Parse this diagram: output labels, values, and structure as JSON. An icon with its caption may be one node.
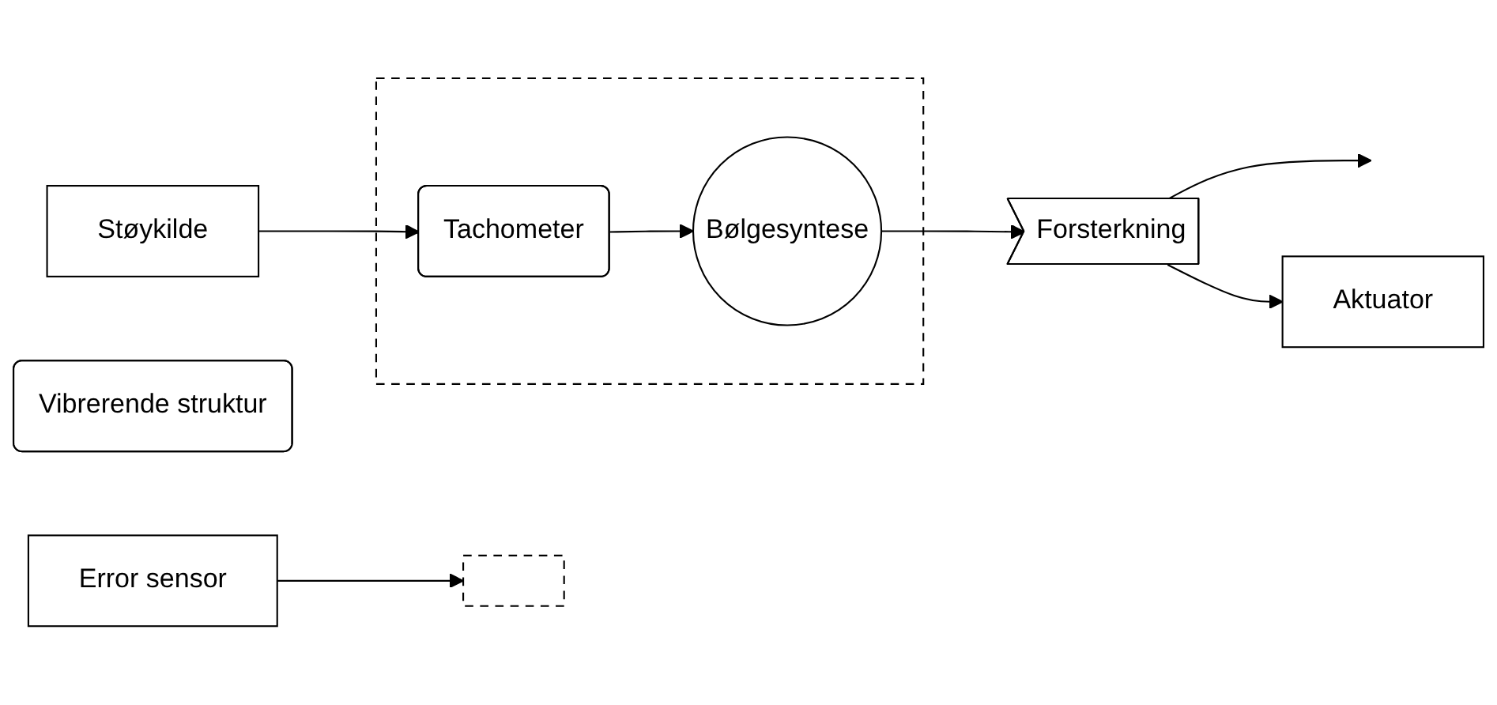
{
  "diagram": {
    "nodes": [
      {
        "text": [],
        "shape": "hexagon"
      },
      {
        "text": [
          "Bølgesyntese"
        ],
        "in": 0
      },
      {
        "text": [
          "Tachometer"
        ],
        "in": 0
      },
      {
        "text": [
          "Forsterkning"
        ]
      },
      {
        "text": [],
        "shape": "box"
      },
      {
        "text": [
          "Støykilde"
        ]
      },
      {
        "text": [
          "Aktuator"
        ]
      },
      {
        "text": [
          "Vibrerende struktur"
        ]
      },
      {
        "text": [
          "Error sensor"
        ]
      }
    ],
    "edges": [
      {
        "from": 5,
        "to": 2,
        "arrow": "to"
      },
      {
        "from": 2,
        "to": 1,
        "arrow": "to"
      },
      {
        "from": 1,
        "to": 3,
        "arrow": "to"
      },
      {
        "from": 3,
        "to": null,
        "arrow": "to"
      },
      {
        "from": 3,
        "to": 6,
        "arrow": "to"
      },
      {
        "from": 8,
        "to": 4,
        "arrow": "to"
      }
    ]
  }
}
